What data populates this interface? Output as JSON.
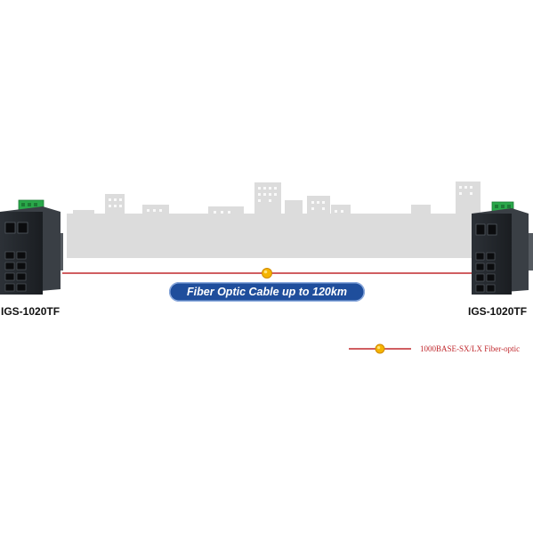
{
  "devices": [
    {
      "model": "IGS-1020TF",
      "side": "left"
    },
    {
      "model": "IGS-1020TF",
      "side": "right"
    }
  ],
  "link": {
    "banner": "Fiber Optic Cable up to 120km",
    "color": "#c0282d",
    "node_color": "#f5b400"
  },
  "legend": {
    "label": "1000BASE-SX/LX Fiber-optic"
  },
  "colors": {
    "city_silhouette": "#dcdcdc",
    "banner": "#1f4e9c",
    "switch_body": "#22262b",
    "terminal_block": "#2aa84a"
  },
  "icons": {
    "background": "city-skyline-icon",
    "device": "industrial-switch-icon"
  }
}
